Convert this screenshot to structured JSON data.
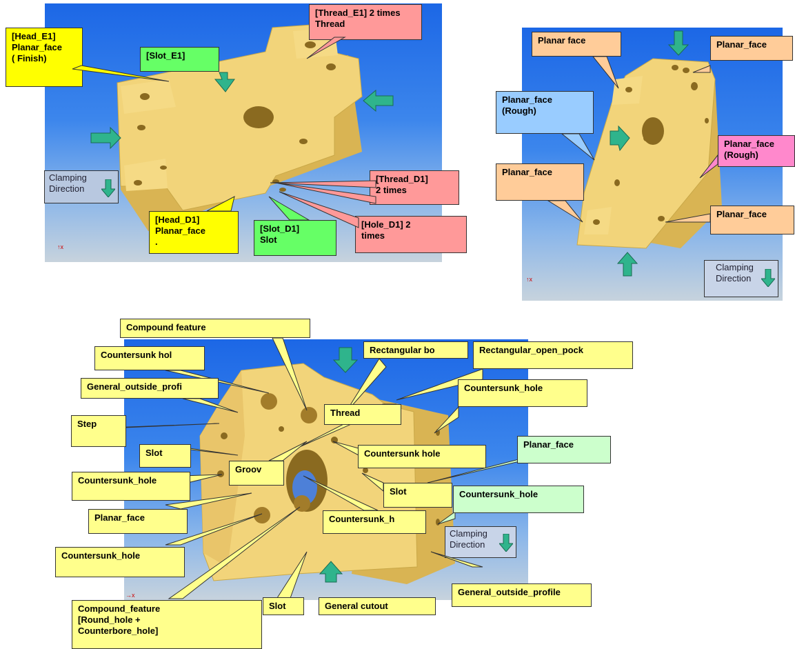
{
  "colors": {
    "part": "#f2d47a",
    "part_side": "#d9b453",
    "arrow": "#2fb48c",
    "callout_yellow": "#ffff8c",
    "callout_green": "#66ff66",
    "callout_pink": "#ff9999",
    "callout_peach": "#ffcc99",
    "callout_blue": "#99ccff"
  },
  "panel1": {
    "clamping": "Clamping\nDirection",
    "callouts": {
      "head_e1": "[Head_E1]\nPlanar_face\n( Finish)",
      "thread_e1": "[Thread_E1] 2 times\nThread",
      "slot_e1": "[Slot_E1]",
      "thread_d1": "          [Thread_D1]\n2              times",
      "head_d1": "[Head_D1]\nPlanar_face\n             .",
      "slot_d1": "[Slot_D1]\nSlot",
      "hole_d1": "[Hole_D1]          2\ntimes"
    }
  },
  "panel2": {
    "clamping": "Clamping\nDirection",
    "callouts": {
      "planar_top_left": "Planar  face",
      "planar_top_right": "Planar_face",
      "planar_rough_left": "Planar_face\n(Rough)",
      "planar_rough_right": "Planar_face\n(Rough)",
      "planar_mid_left": "Planar_face",
      "planar_bottom_right": "Planar_face"
    }
  },
  "panel3": {
    "clamping": "Clamping\nDirection",
    "callouts": {
      "compound_top": "Compound  feature",
      "countersunk_hol": "Countersunk  hol",
      "general_outside_profi": "General_outside_profi",
      "step": "Step",
      "slot_left": "Slot",
      "groov": "Groov",
      "countersunk_left": "Countersunk_hole",
      "planar_left": "Planar_face",
      "countersunk_bottom_left": "Countersunk_hole",
      "compound_bottom": "Compound_feature\n[Round_hole                              +\nCounterbore_hole]",
      "slot_bottom": "Slot",
      "general_cutout": "General  cutout",
      "countersunk_h": "Countersunk_h",
      "thread": "Thread",
      "rectangular_bo": "Rectangular  bo",
      "rect_open_pock": "Rectangular_open_pock",
      "countersunk_right_top": "Countersunk_hole",
      "countersunk_mid": "Countersunk  hole",
      "slot_right": "Slot",
      "planar_right": "Planar_face",
      "countersunk_right_bottom": "Countersunk_hole",
      "general_outside_profile": "General_outside_profile"
    }
  }
}
